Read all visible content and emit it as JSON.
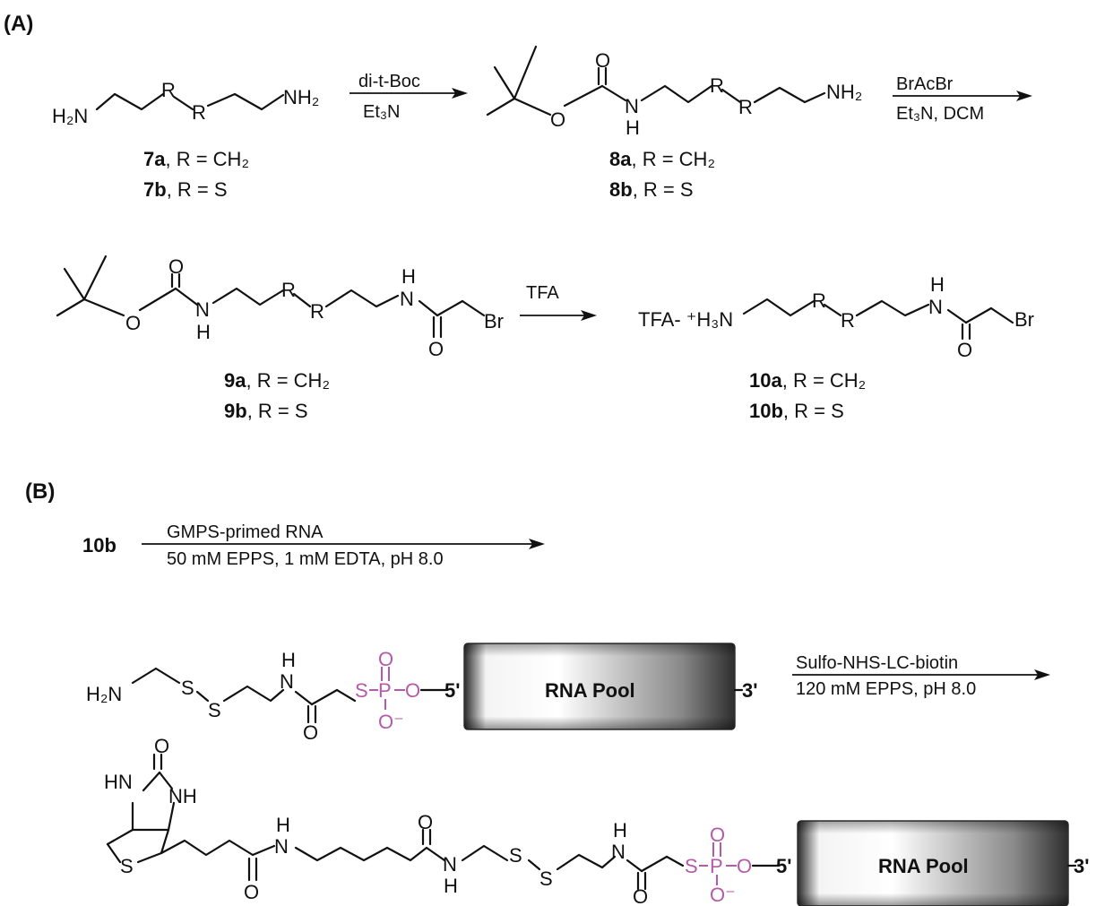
{
  "panels": {
    "a": "(A)",
    "b": "(B)"
  },
  "atoms": {
    "h2n": "H₂N",
    "nh2": "NH₂",
    "r": "R",
    "o": "O",
    "n": "N",
    "h": "H",
    "nh": "NH",
    "hn": "HN",
    "br": "Br",
    "s": "S",
    "p": "P",
    "o_minus": "O⁻",
    "tfa_salt": "TFA- ⁺H₃N"
  },
  "reagents": {
    "step1_top": "di-t-Boc",
    "step1_bottom": "Et₃N",
    "step2_top": "BrAcBr",
    "step2_bottom": "Et₃N, DCM",
    "step3_top": "TFA",
    "stepB1_top": "GMPS-primed RNA",
    "stepB1_bottom": "50 mM EPPS, 1 mM EDTA, pH 8.0",
    "stepB2_top": "Sulfo-NHS-LC-biotin",
    "stepB2_bottom": "120 mM EPPS, pH 8.0"
  },
  "compounds": {
    "c7a": {
      "id": "7a",
      "text": ", R = CH₂"
    },
    "c7b": {
      "id": "7b",
      "text": ", R = S"
    },
    "c8a": {
      "id": "8a",
      "text": ", R = CH₂"
    },
    "c8b": {
      "id": "8b",
      "text": ", R = S"
    },
    "c9a": {
      "id": "9a",
      "text": ", R = CH₂"
    },
    "c9b": {
      "id": "9b",
      "text": ", R = S"
    },
    "c10a": {
      "id": "10a",
      "text": ", R = CH₂"
    },
    "c10b": {
      "id": "10b",
      "text": ", R = S"
    },
    "start_b": "10b"
  },
  "rna": {
    "label": "RNA Pool",
    "five": "5'",
    "three": "3'"
  },
  "colors": {
    "phosphate": "#b55aa8",
    "ink": "#111111"
  }
}
